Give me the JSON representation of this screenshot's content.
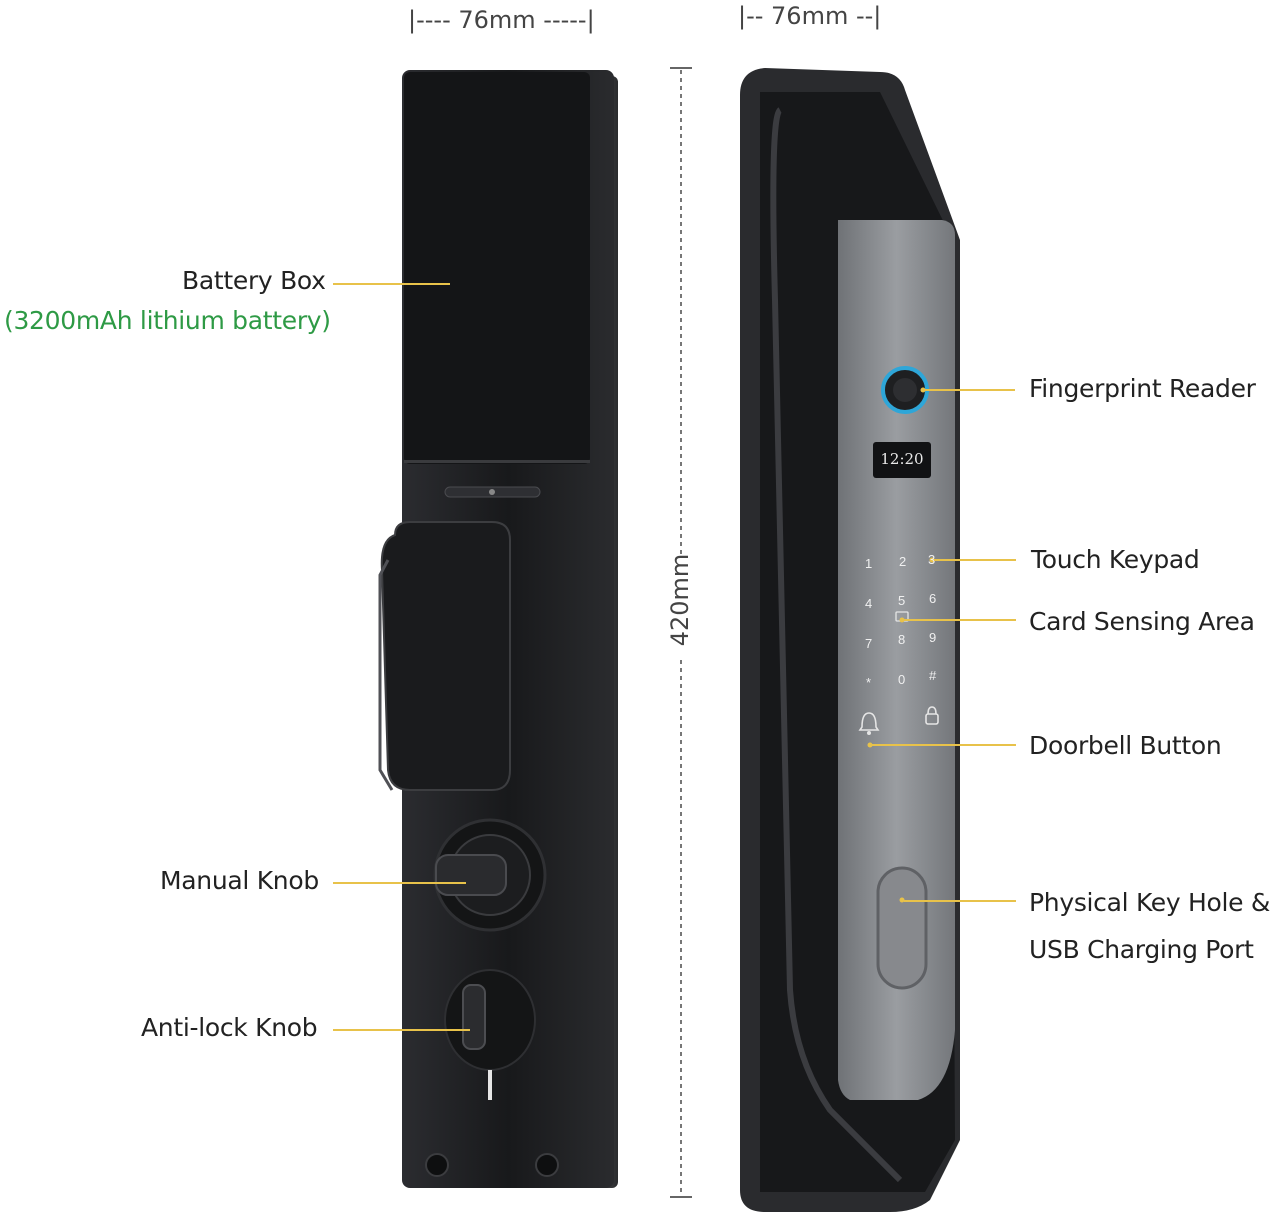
{
  "dimensions": {
    "width_back": "|---- 76mm -----|",
    "width_front": "|-- 76mm --|",
    "height": "420mm"
  },
  "labels": {
    "battery_box": "Battery Box",
    "battery_spec": "(3200mAh lithium battery)",
    "manual_knob": "Manual Knob",
    "anti_lock_knob": "Anti-lock Knob",
    "fingerprint_reader": "Fingerprint Reader",
    "touch_keypad": "Touch Keypad",
    "card_sensing_area": "Card Sensing Area",
    "doorbell_button": "Doorbell Button",
    "key_hole_line1": "Physical Key Hole &",
    "key_hole_line2": "USB Charging Port"
  },
  "display": {
    "time": "12:20"
  },
  "keypad": {
    "keys": [
      "1",
      "2",
      "3",
      "4",
      "5",
      "6",
      "7",
      "8",
      "9",
      "*",
      "0",
      "#"
    ]
  },
  "colors": {
    "leader": "#e8c24a",
    "accent_green": "#2e9a45",
    "fingerprint_ring": "#2ea6d8",
    "body_dark": "#1e1f22",
    "panel_grey": "#8a8d92"
  }
}
